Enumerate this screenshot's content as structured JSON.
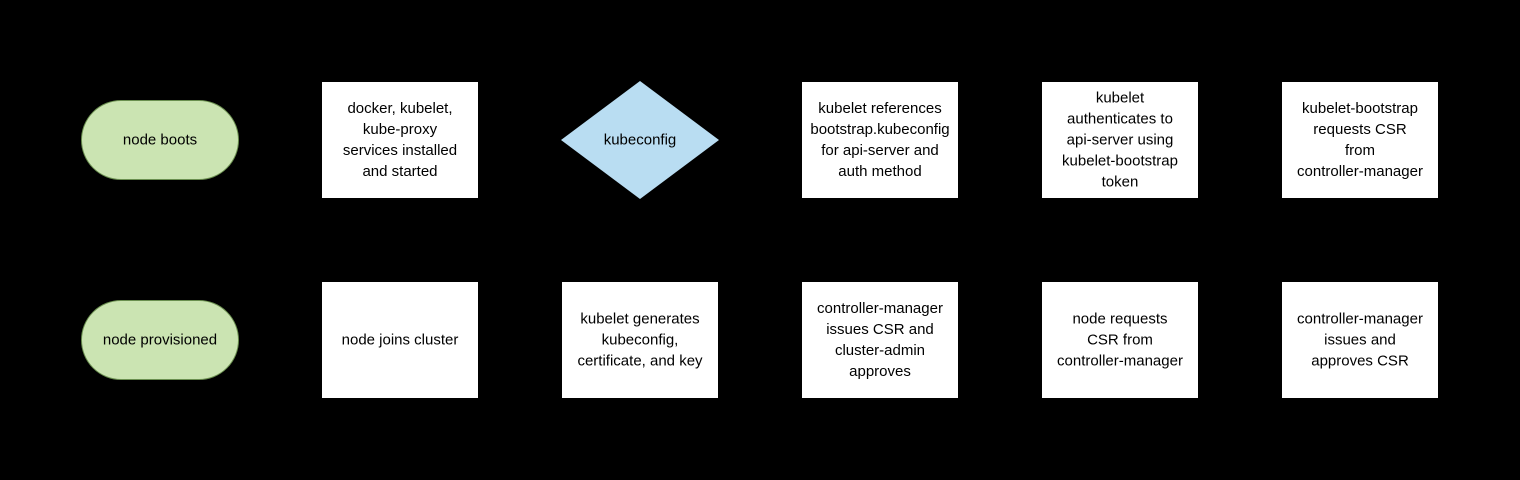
{
  "diagram": {
    "title": "kubernetes node bootstrap flowchart",
    "background_color": "#000000",
    "colors": {
      "terminator_fill": "#cbe4b2",
      "decision_fill": "#b9ddf2",
      "process_fill": "#ffffff",
      "text_color": "#000000"
    },
    "nodes": {
      "node_boots": {
        "shape": "terminator",
        "label": "node boots"
      },
      "services_installed": {
        "shape": "process",
        "label": "docker, kubelet,\nkube-proxy\nservices installed\nand started"
      },
      "kubeconfig_decision": {
        "shape": "decision",
        "label": "kubeconfig"
      },
      "references_bootstrap": {
        "shape": "process",
        "label": "kubelet references\nbootstrap.kubeconfig\nfor api-server and\nauth method"
      },
      "authenticates": {
        "shape": "process",
        "label": "kubelet\nauthenticates to\napi-server using\nkubelet-bootstrap\ntoken"
      },
      "bootstrap_requests_csr": {
        "shape": "process",
        "label": "kubelet-bootstrap\nrequests CSR\nfrom\ncontroller-manager"
      },
      "node_provisioned": {
        "shape": "terminator",
        "label": "node provisioned"
      },
      "node_joins": {
        "shape": "process",
        "label": "node joins cluster"
      },
      "kubelet_generates": {
        "shape": "process",
        "label": "kubelet generates\nkubeconfig,\ncertificate, and key"
      },
      "cm_issues_admin_approves": {
        "shape": "process",
        "label": "controller-manager\nissues CSR and\ncluster-admin\napproves"
      },
      "node_requests_csr": {
        "shape": "process",
        "label": "node requests\nCSR from\ncontroller-manager"
      },
      "cm_issues_approves": {
        "shape": "process",
        "label": "controller-manager\nissues and\napproves CSR"
      }
    }
  }
}
